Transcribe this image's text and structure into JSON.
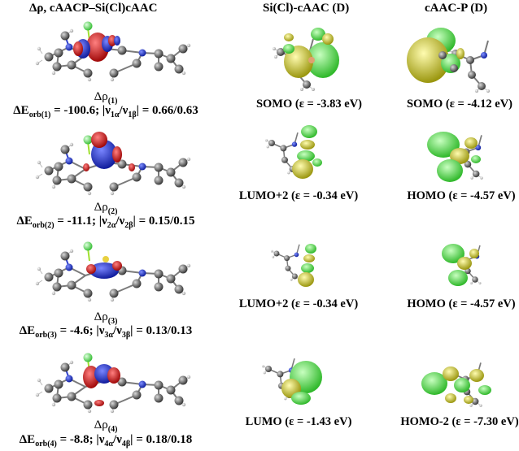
{
  "headers": {
    "col1": "Δρ, cAACP–Si(Cl)cAAC",
    "col2": "Si(Cl)-cAAC (D)",
    "col3": "cAAC-P (D)"
  },
  "rows": [
    {
      "delta_rho": {
        "symbol": "Δρ",
        "index": "(1)"
      },
      "eorb": {
        "prefix": "ΔE",
        "sub": "orb(1)",
        "text": " = -100.6; |ν",
        "nu_a": "1α",
        "slash": "/ν",
        "nu_b": "1β",
        "tail": "| = 0.66/0.63"
      },
      "sicaac": "SOMO (ε = -3.83 eV)",
      "caacp": "SOMO (ε = -4.12 eV)"
    },
    {
      "delta_rho": {
        "symbol": "Δρ",
        "index": "(2)"
      },
      "eorb": {
        "prefix": "ΔE",
        "sub": "orb(2)",
        "text": " = -11.1;  |ν",
        "nu_a": "2α",
        "slash": "/ν",
        "nu_b": "2β",
        "tail": "| = 0.15/0.15"
      },
      "sicaac": "LUMO+2 (ε = -0.34 eV)",
      "caacp": "HOMO (ε = -4.57 eV)"
    },
    {
      "delta_rho": {
        "symbol": "Δρ",
        "index": "(3)"
      },
      "eorb": {
        "prefix": "ΔE",
        "sub": "orb(3)",
        "text": " = -4.6; |ν",
        "nu_a": "3α",
        "slash": "/ν",
        "nu_b": "3β",
        "tail": "| = 0.13/0.13"
      },
      "sicaac": "LUMO+2 (ε = -0.34 eV)",
      "caacp": "HOMO (ε = -4.57 eV)"
    },
    {
      "delta_rho": {
        "symbol": "Δρ",
        "index": "(4)"
      },
      "eorb": {
        "prefix": "ΔE",
        "sub": "orb(4)",
        "text": " = -8.8; |ν",
        "nu_a": "4α",
        "slash": "/ν",
        "nu_b": "4β",
        "tail": "| = 0.18/0.18"
      },
      "sicaac": "LUMO (ε = -1.43 eV)",
      "caacp": "HOMO-2 (ε = -7.30 eV)"
    }
  ],
  "colors": {
    "density_red": "#d41414",
    "density_blue": "#1f2fd8",
    "orbital_green": "#4fe04a",
    "orbital_yellow": "#d8d42a",
    "carbon": "#6e6e6e",
    "nitrogen": "#2233cc",
    "chlorine": "#7ef07a",
    "hydrogen": "#f2f2f2"
  }
}
